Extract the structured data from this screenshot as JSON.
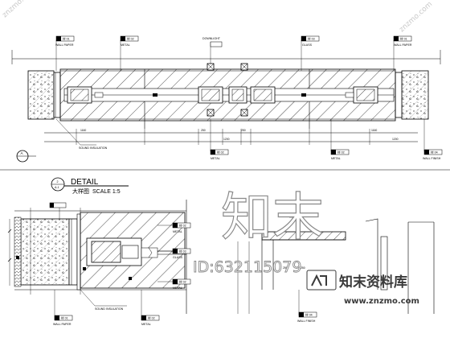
{
  "labels": {
    "wall_paper": "WALL PAPER",
    "metal": "METAL",
    "glass": "GLASS",
    "downlight": "DOWNLIGHT",
    "sound_insulation": "SOUND INSULATION",
    "wall_finish": "WALL FINISH"
  },
  "callout_a": "A",
  "detail": {
    "title": "DETAIL",
    "ref_top": "2",
    "ref_bottom": "A-1",
    "scale_prefix": "大样图",
    "scale": "SCALE 1:5"
  },
  "dims": {
    "d1": "1160",
    "d2": "1200",
    "d3": "250",
    "d4": "1160",
    "d5": "250",
    "d6": "1200"
  },
  "watermarks": {
    "zhimo_big": "知末",
    "id": "ID:632115079",
    "cn_name": "知末资料库",
    "url": "www.znzmo.com",
    "corner_left": "znzmo.com",
    "corner_right": "znzmo.com"
  }
}
